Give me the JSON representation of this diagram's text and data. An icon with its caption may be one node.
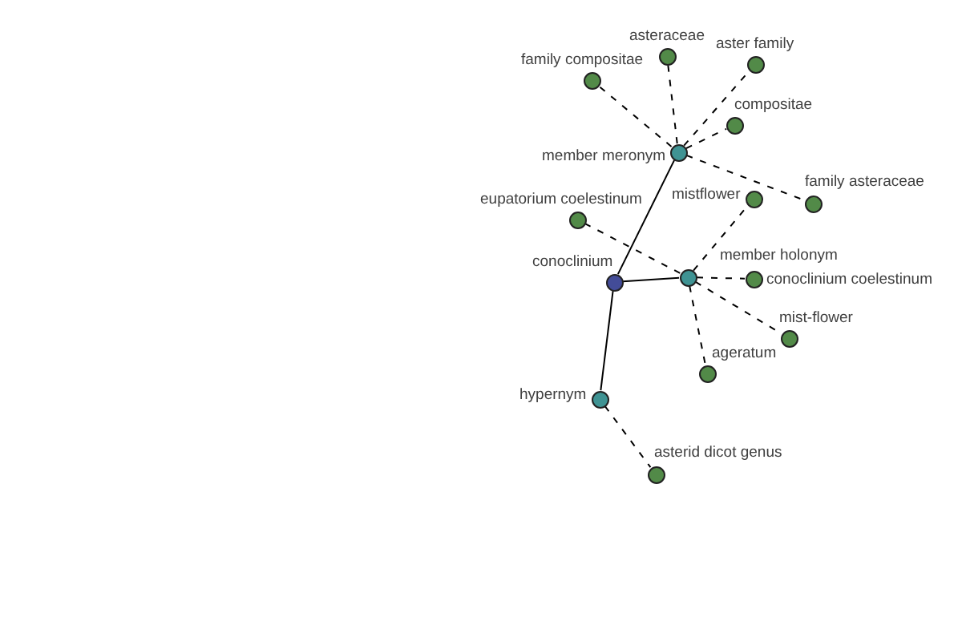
{
  "diagram": {
    "nodes": [
      {
        "text": [
          "asteraceae"
        ]
      },
      {
        "text": [
          "aster family"
        ]
      },
      {
        "text": [
          "family compositae"
        ]
      },
      {
        "text": [
          "compositae"
        ]
      },
      {
        "text": [
          "member meronym"
        ]
      },
      {
        "text": [
          "mistflower"
        ]
      },
      {
        "text": [
          "family asteraceae"
        ]
      },
      {
        "text": [
          "eupatorium coelestinum"
        ]
      },
      {
        "text": [
          "conoclinium"
        ]
      },
      {
        "text": [
          "member holonym"
        ]
      },
      {
        "text": [
          "conoclinium coelestinum"
        ]
      },
      {
        "text": [
          "mist-flower"
        ]
      },
      {
        "text": [
          "ageratum"
        ]
      },
      {
        "text": [
          "hypernym"
        ]
      },
      {
        "text": [
          "asterid dicot genus"
        ]
      }
    ],
    "edges": [
      {
        "from": 8,
        "to": 4,
        "arrow": "none"
      },
      {
        "from": 8,
        "to": 9,
        "arrow": "none"
      },
      {
        "from": 8,
        "to": 13,
        "arrow": "none"
      },
      {
        "from": 4,
        "to": 2,
        "arrow": "none",
        "style": "dashed"
      },
      {
        "from": 4,
        "to": 0,
        "arrow": "none",
        "style": "dashed"
      },
      {
        "from": 4,
        "to": 1,
        "arrow": "none",
        "style": "dashed"
      },
      {
        "from": 4,
        "to": 3,
        "arrow": "none",
        "style": "dashed"
      },
      {
        "from": 4,
        "to": 6,
        "arrow": "none",
        "style": "dashed"
      },
      {
        "from": 9,
        "to": 7,
        "arrow": "none",
        "style": "dashed"
      },
      {
        "from": 9,
        "to": 5,
        "arrow": "none",
        "style": "dashed"
      },
      {
        "from": 9,
        "to": 10,
        "arrow": "none",
        "style": "dashed"
      },
      {
        "from": 9,
        "to": 11,
        "arrow": "none",
        "style": "dashed"
      },
      {
        "from": 9,
        "to": 12,
        "arrow": "none",
        "style": "dashed"
      },
      {
        "from": 13,
        "to": 14,
        "arrow": "none",
        "style": "dashed"
      }
    ]
  }
}
